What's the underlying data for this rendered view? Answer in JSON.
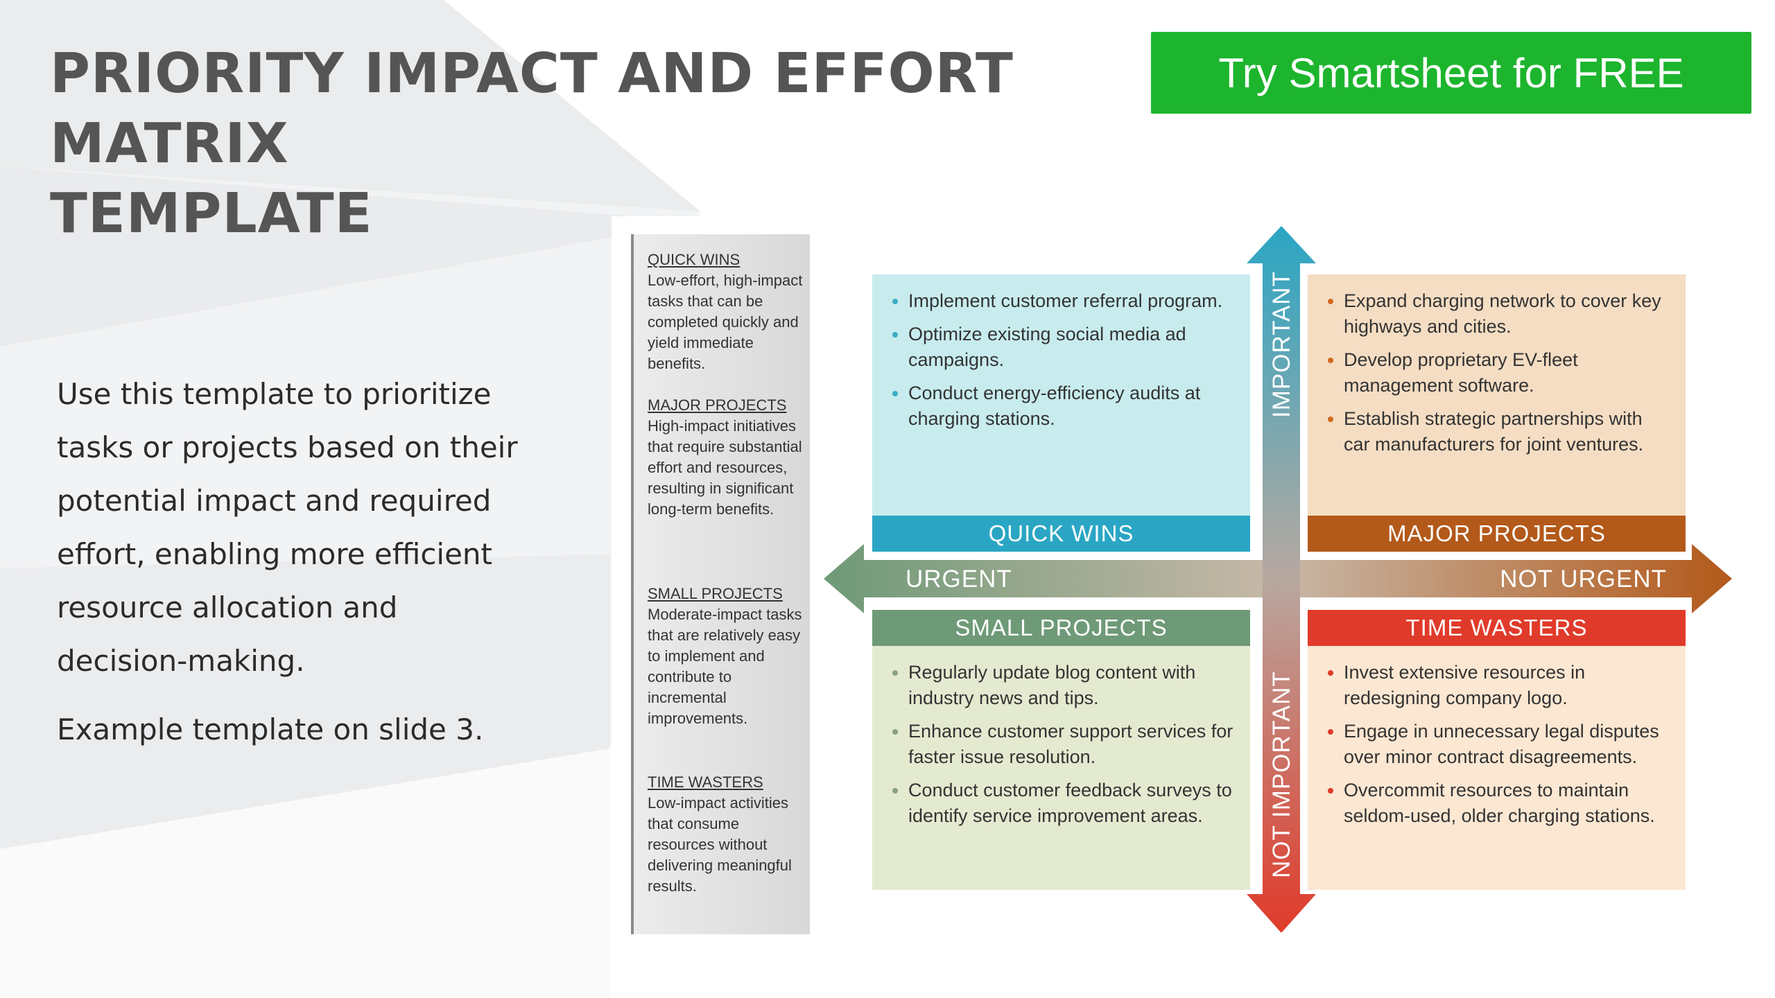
{
  "title_line1": "PRIORITY IMPACT AND EFFORT MATRIX",
  "title_line2": "TEMPLATE",
  "cta": "Try Smartsheet for FREE",
  "intro": "Use this template to prioritize tasks or projects based on their potential impact and required effort, enabling more efficient resource allocation and decision-making.",
  "intro_note": "Example template on slide 3.",
  "legend": [
    {
      "head": "QUICK WINS",
      "body": "Low-effort, high-impact tasks that can be completed quickly and yield immediate benefits."
    },
    {
      "head": "MAJOR PROJECTS",
      "body": "High-impact initiatives that require substantial effort and resources, resulting in significant long-term benefits."
    },
    {
      "head": "SMALL PROJECTS",
      "body": "Moderate-impact tasks that are relatively easy to implement and contribute to incremental improvements."
    },
    {
      "head": "TIME WASTERS",
      "body": "Low-impact activities that consume resources without delivering meaningful results."
    }
  ],
  "axes": {
    "important": "IMPORTANT",
    "not_important": "NOT IMPORTANT",
    "urgent": "URGENT",
    "not_urgent": "NOT URGENT"
  },
  "quadrants": {
    "quick_wins": {
      "label": "QUICK WINS",
      "items": [
        "Implement customer referral program.",
        "Optimize existing social media ad campaigns.",
        "Conduct energy-efficiency audits at charging stations."
      ]
    },
    "major_projects": {
      "label": "MAJOR PROJECTS",
      "items": [
        "Expand charging network to cover key highways and cities.",
        "Develop proprietary EV-fleet management software.",
        "Establish strategic partnerships with car manufacturers for joint ventures."
      ]
    },
    "small_projects": {
      "label": "SMALL PROJECTS",
      "items": [
        "Regularly update blog content with industry news and tips.",
        "Enhance customer support services for faster issue resolution.",
        "Conduct customer feedback surveys to identify service improvement areas."
      ]
    },
    "time_wasters": {
      "label": "TIME WASTERS",
      "items": [
        "Invest extensive resources in redesigning company logo.",
        "Engage in unnecessary legal disputes over minor contract disagreements.",
        "Overcommit resources to maintain seldom-used, older charging stations."
      ]
    }
  },
  "colors": {
    "cta_green": "#1db52d",
    "quick_wins": "#2aa6c4",
    "major_projects": "#b3591a",
    "small_projects": "#6e9a77",
    "time_wasters": "#e03a2a"
  }
}
